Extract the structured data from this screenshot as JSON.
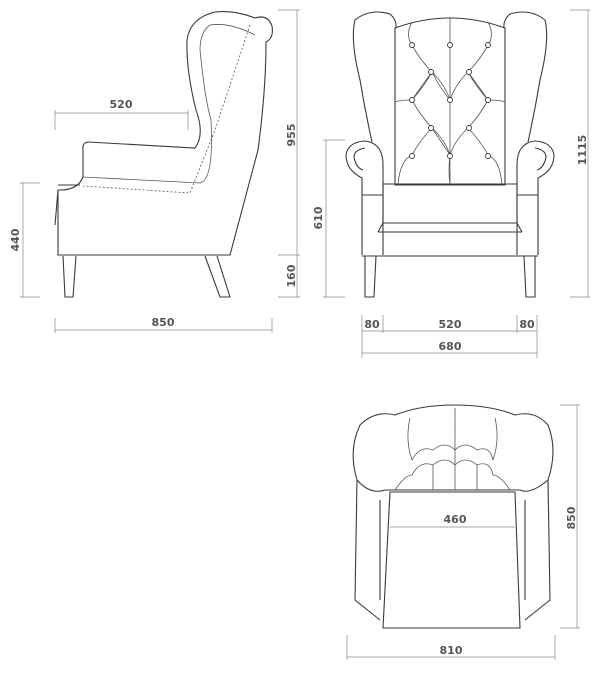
{
  "side_view": {
    "depth_label": "850",
    "seat_depth_label": "520",
    "seat_height_label": "440",
    "back_height_label": "955",
    "leg_height_label": "160"
  },
  "front_view": {
    "arm_left_label": "80",
    "seat_width_label": "520",
    "arm_right_label": "80",
    "total_width_label": "680",
    "arm_height_label": "610",
    "total_height_label": "1115"
  },
  "top_view": {
    "seat_width_label": "460",
    "total_width_label": "810",
    "depth_label": "850"
  }
}
